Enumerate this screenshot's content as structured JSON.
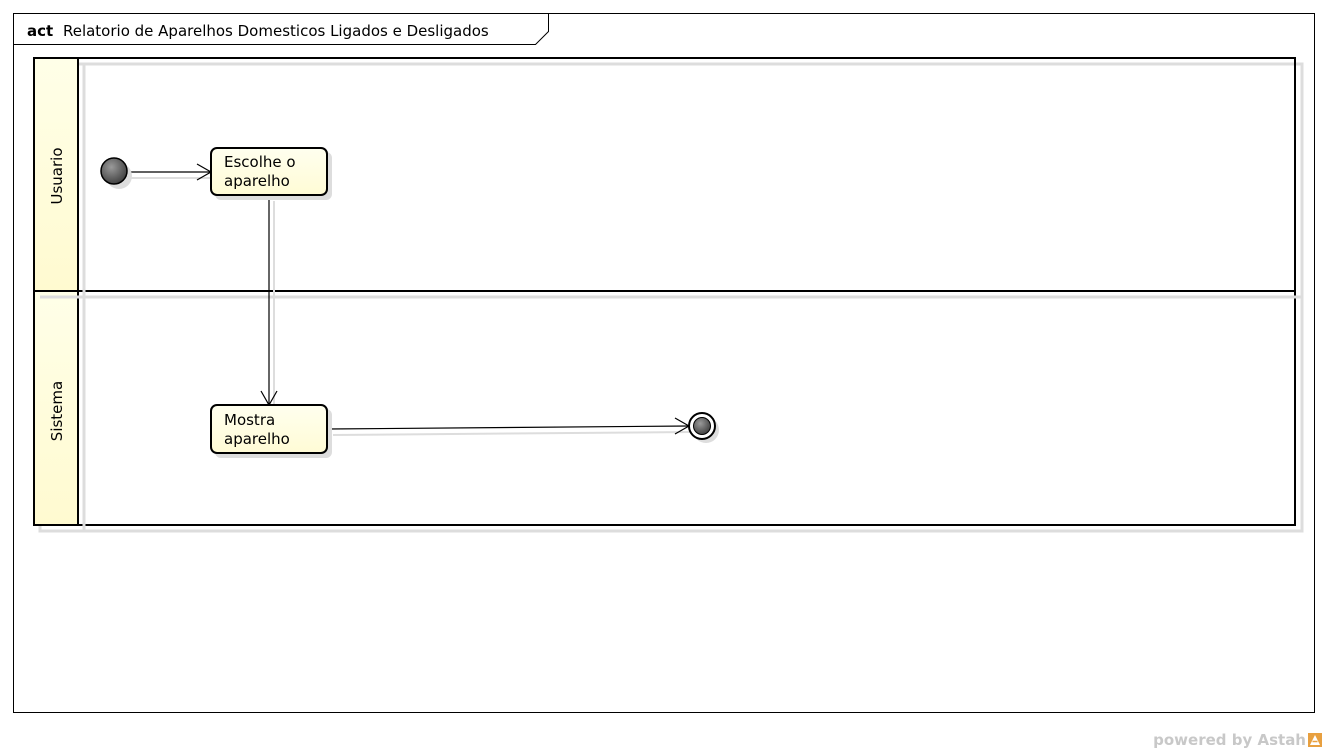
{
  "frame": {
    "keyword": "act",
    "title": "Relatorio de Aparelhos Domesticos Ligados e Desligados"
  },
  "lanes": [
    {
      "label": "Usuario"
    },
    {
      "label": "Sistema"
    }
  ],
  "actions": [
    {
      "line1": "Escolhe o",
      "line2": "aparelho"
    },
    {
      "line1": "Mostra",
      "line2": "aparelho"
    }
  ],
  "footer": {
    "text": "powered by Astah"
  },
  "colors": {
    "lane_header": "#ffffe0",
    "action_fill": "#ffffe0",
    "node_fill": "#666666",
    "footer_logo": "#e8a040"
  }
}
